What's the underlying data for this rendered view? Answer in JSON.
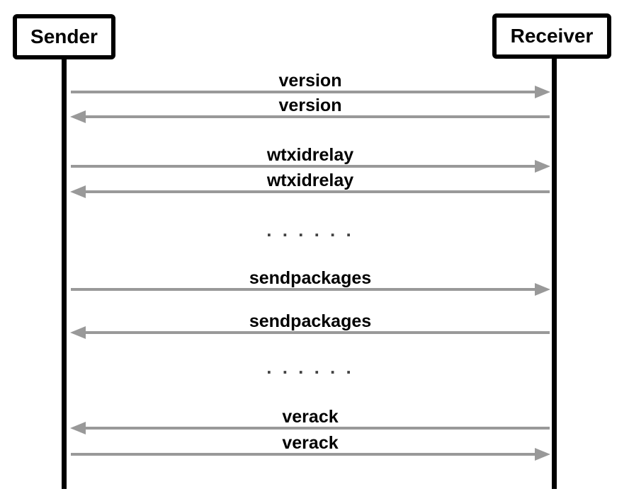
{
  "diagram": {
    "type": "sequence-diagram",
    "actors": [
      {
        "name": "Sender"
      },
      {
        "name": "Receiver"
      }
    ],
    "messages": [
      {
        "label": "version",
        "from": "Sender",
        "to": "Receiver"
      },
      {
        "label": "version",
        "from": "Receiver",
        "to": "Sender"
      },
      {
        "label": "wtxidrelay",
        "from": "Sender",
        "to": "Receiver"
      },
      {
        "label": "wtxidrelay",
        "from": "Receiver",
        "to": "Sender"
      },
      {
        "label": ". . . . . .",
        "type": "ellipsis"
      },
      {
        "label": "sendpackages",
        "from": "Sender",
        "to": "Receiver"
      },
      {
        "label": "sendpackages",
        "from": "Receiver",
        "to": "Sender"
      },
      {
        "label": ". . . . . .",
        "type": "ellipsis"
      },
      {
        "label": "verack",
        "from": "Receiver",
        "to": "Sender"
      },
      {
        "label": "verack",
        "from": "Sender",
        "to": "Receiver"
      }
    ],
    "colors": {
      "arrow": "#999999",
      "lifeline": "#000000",
      "label": "#000000",
      "ellipsis": "#444444",
      "actor_border": "#000000",
      "background": "#ffffff"
    }
  }
}
